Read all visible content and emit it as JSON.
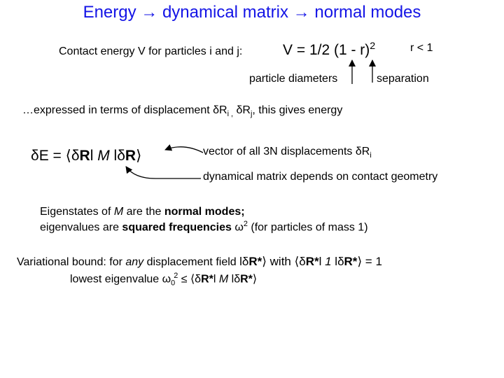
{
  "title": "Energy → dynamical matrix → normal modes",
  "contact": {
    "label": "Contact energy V  for particles i and j:",
    "formula_main": "V = 1/2 (1 - r)",
    "formula_exp": "2",
    "condition": "r < 1",
    "annot_diameters": "particle diameters",
    "annot_separation": "separation"
  },
  "expressed": {
    "prefix": "…expressed in terms of displacement δR",
    "sub_i": "i ,",
    "mid": " δR",
    "sub_j": "j",
    "suffix": ", this gives energy"
  },
  "energy_eq": {
    "lhs": "δE = ⟨δ",
    "R1": "R",
    "bar1": "l ",
    "M": "M",
    "mid": " lδ",
    "R2": "R",
    "close": "⟩"
  },
  "vector_note": {
    "text": "vector of all 3N displacements δR",
    "sub": "i"
  },
  "matrix_note": "dynamical matrix depends on contact geometry",
  "eigen": {
    "line1_a": "Eigenstates of ",
    "line1_M": "M",
    "line1_b": " are the ",
    "line1_bold": "normal modes;",
    "line2_a": "eigenvalues are ",
    "line2_bold": "squared frequencies",
    "line2_omega": " ω",
    "line2_sup": "2",
    "line2_b": " (for particles of mass 1)"
  },
  "variational": {
    "a": "Variational bound: for ",
    "any": "any",
    "b": " displacement field ",
    "c": "lδ",
    "R1": "R*",
    "d": "⟩ with ⟨δ",
    "R2": "R*",
    "e": "l ",
    "one": "1",
    "f": " lδ",
    "R3": "R*",
    "g": "⟩ = 1"
  },
  "lowest": {
    "a": "lowest eigenvalue ω",
    "sub": "0",
    "sup": "2",
    "b": " ≤ ⟨δ",
    "R1": "R*",
    "c": "l ",
    "M": "M",
    "d": " lδ",
    "R2": "R*",
    "e": "⟩"
  }
}
